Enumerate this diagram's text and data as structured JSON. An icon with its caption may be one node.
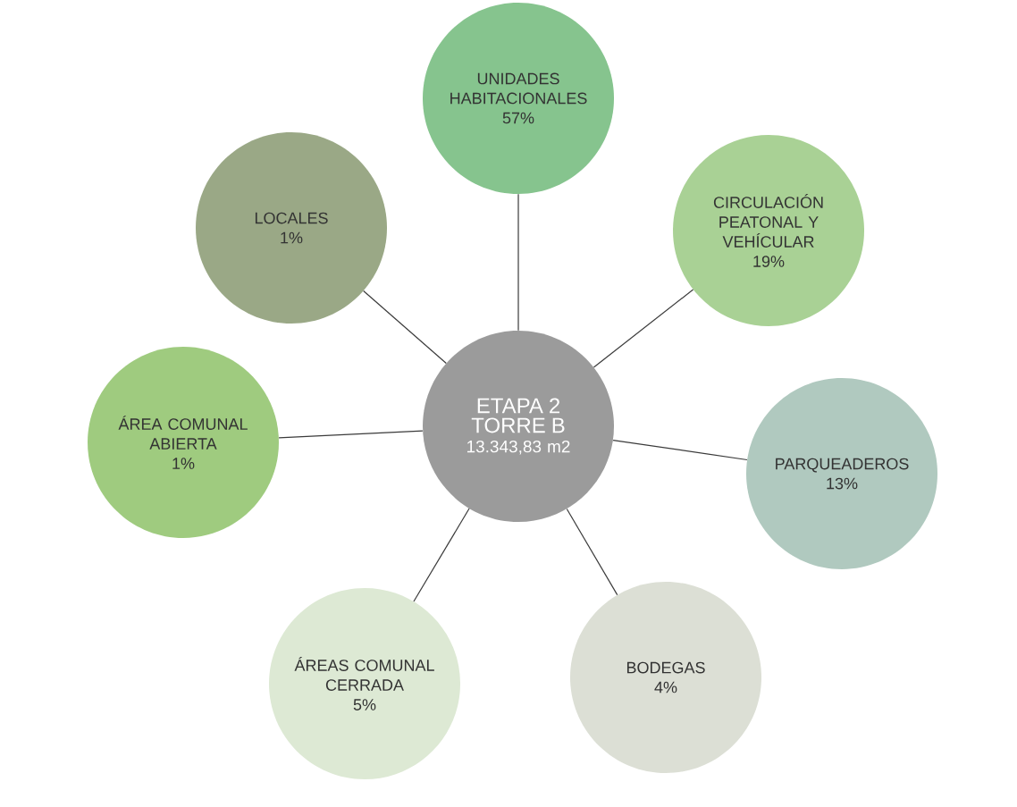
{
  "diagram": {
    "nodes": [
      {
        "text": [
          "UNIDADES HABITACIONALES",
          "57%"
        ]
      },
      {
        "text": [
          "LOCALES",
          "1%"
        ]
      },
      {
        "text": [
          "CIRCULACIÓN PEATONAL Y VEHÍCULAR",
          "19%"
        ]
      },
      {
        "text": [
          "ETAPA 2 TORRE B",
          "13.343,83 m2"
        ]
      },
      {
        "text": [
          "ÁREA COMUNAL ABIERTA",
          "1%"
        ]
      },
      {
        "text": [
          "PARQUEADEROS",
          "13%"
        ]
      },
      {
        "text": [
          "ÁREAS COMUNAL CERRADA",
          "5%"
        ]
      },
      {
        "text": [
          "BODEGAS",
          "4%"
        ]
      }
    ],
    "edges": [
      {
        "from": 3,
        "to": 0,
        "arrow": "none"
      },
      {
        "from": 3,
        "to": 2,
        "arrow": "none"
      },
      {
        "from": 3,
        "to": 5,
        "arrow": "none"
      },
      {
        "from": 3,
        "to": 7,
        "arrow": "none"
      },
      {
        "from": 3,
        "to": 6,
        "arrow": "none"
      },
      {
        "from": 3,
        "to": 4,
        "arrow": "none"
      },
      {
        "from": 3,
        "to": 1,
        "arrow": "none"
      }
    ]
  }
}
